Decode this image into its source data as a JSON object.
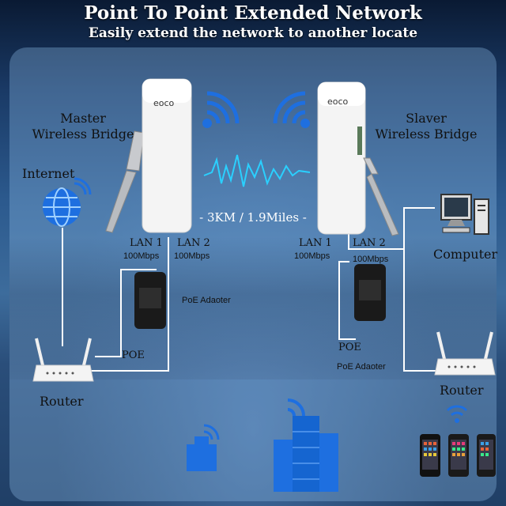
{
  "header": {
    "title": "Point To Point Extended Network",
    "subtitle": "Easily extend the network to another locate"
  },
  "master": {
    "line1": "Master",
    "line2": "Wireless Bridge",
    "brand": "eoco"
  },
  "slaver": {
    "line1": "Slaver",
    "line2": "Wireless Bridge",
    "brand": "eoco"
  },
  "distance": "- 3KM / 1.9Miles -",
  "left_side": {
    "internet": "Internet",
    "lan1": "LAN 1",
    "lan1_speed": "100Mbps",
    "lan2": "LAN 2",
    "lan2_speed": "100Mbps",
    "poe_adapter": "PoE Adaoter",
    "poe": "POE",
    "router": "Router"
  },
  "right_side": {
    "lan1": "LAN 1",
    "lan1_speed": "100Mbps",
    "lan2": "LAN 2",
    "lan2_speed": "100Mbps",
    "computer": "Computer",
    "poe": "POE",
    "poe_adapter": "PoE Adaoter",
    "router": "Router"
  },
  "colors": {
    "accent_blue": "#1e6fe0",
    "line": "#ffffff",
    "device": "#f4f4f4"
  }
}
